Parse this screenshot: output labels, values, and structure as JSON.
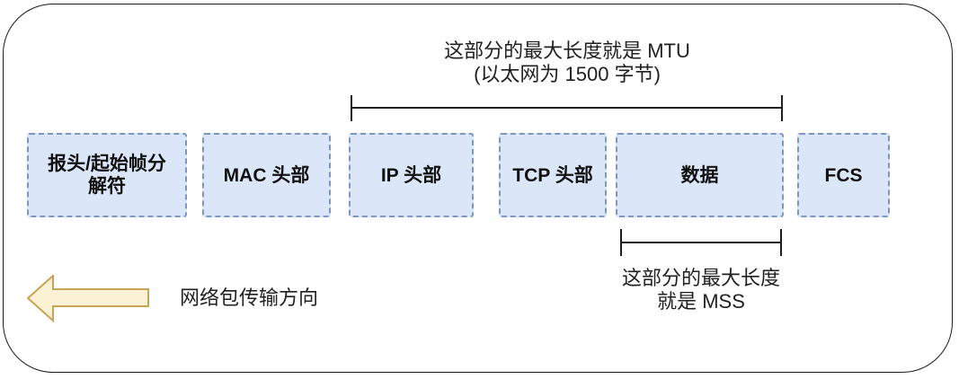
{
  "diagram": {
    "title_semantic": "network-packet-mtu-mss-diagram",
    "mtu_annotation": {
      "line1": "这部分的最大长度就是 MTU",
      "line2": "(以太网为 1500 字节)"
    },
    "mss_annotation": {
      "line1": "这部分的最大长度",
      "line2": "就是 MSS"
    },
    "direction_label": "网络包传输方向",
    "boxes": [
      {
        "id": "preamble-sfd",
        "label": "报头/起始帧分解符"
      },
      {
        "id": "mac-header",
        "label": "MAC 头部"
      },
      {
        "id": "ip-header",
        "label": "IP 头部"
      },
      {
        "id": "tcp-header",
        "label": "TCP 头部"
      },
      {
        "id": "data",
        "label": "数据"
      },
      {
        "id": "fcs",
        "label": "FCS"
      }
    ],
    "colors": {
      "box_fill": "#dbe7f8",
      "box_border": "#7f96c2",
      "arrow_fill": "#fbf2d5",
      "arrow_border": "#c7a456",
      "line": "#1f1f1f",
      "frame_border": "#1a1a1a"
    }
  }
}
